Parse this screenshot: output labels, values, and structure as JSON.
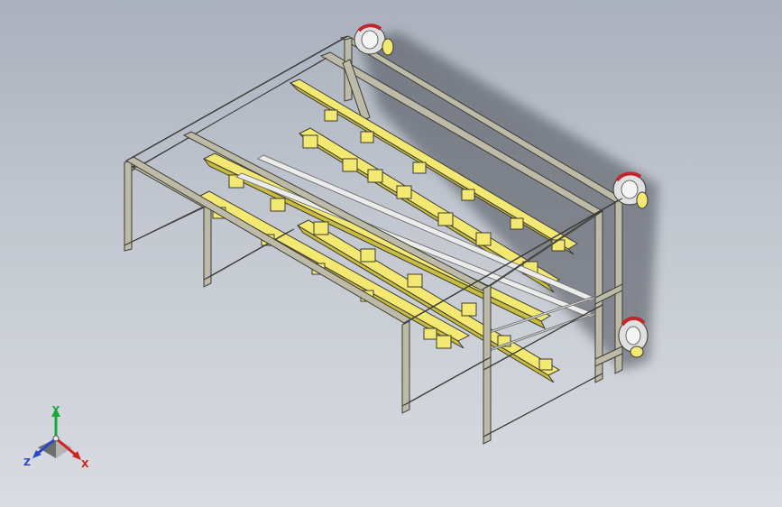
{
  "viewport": {
    "view_name": "Isometric",
    "colors": {
      "frame": "#bdbaa8",
      "frame_edge": "#3c3c36",
      "fixture": "#f2e872",
      "fixture_dark": "#c9bc3e",
      "rod": "#e6e6e6",
      "wheel": "#d8d8d8",
      "wheel_accent": "#c0262b"
    }
  },
  "triad": {
    "x_label": "X",
    "y_label": "Y",
    "z_label": "Z",
    "x_color": "#d42020",
    "y_color": "#19a83a",
    "z_color": "#2a46c8"
  }
}
